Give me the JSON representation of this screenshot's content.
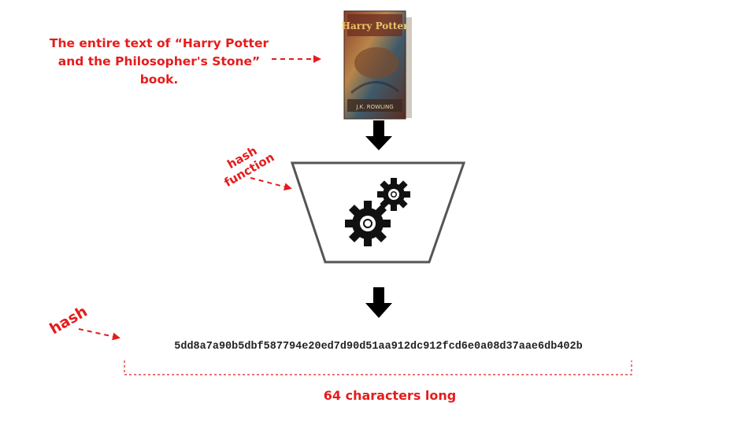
{
  "book": {
    "caption": "The entire text of “Harry Potter and the Philosopher's Stone” book.",
    "cover_title": "Harry Potter",
    "cover_author": "J.K. ROWLING"
  },
  "hash_function_label": "hash function",
  "hash_label": "hash",
  "hash_value": "5dd8a7a90b5dbf587794e20ed7d90d51aa912dc912fcd6e0a08d37aae6db402b",
  "length_note": "64 characters long",
  "colors": {
    "annotation": "#e51c1c",
    "outline": "#555555",
    "arrow": "#000000"
  },
  "icons": [
    "book-icon",
    "gears-icon"
  ]
}
